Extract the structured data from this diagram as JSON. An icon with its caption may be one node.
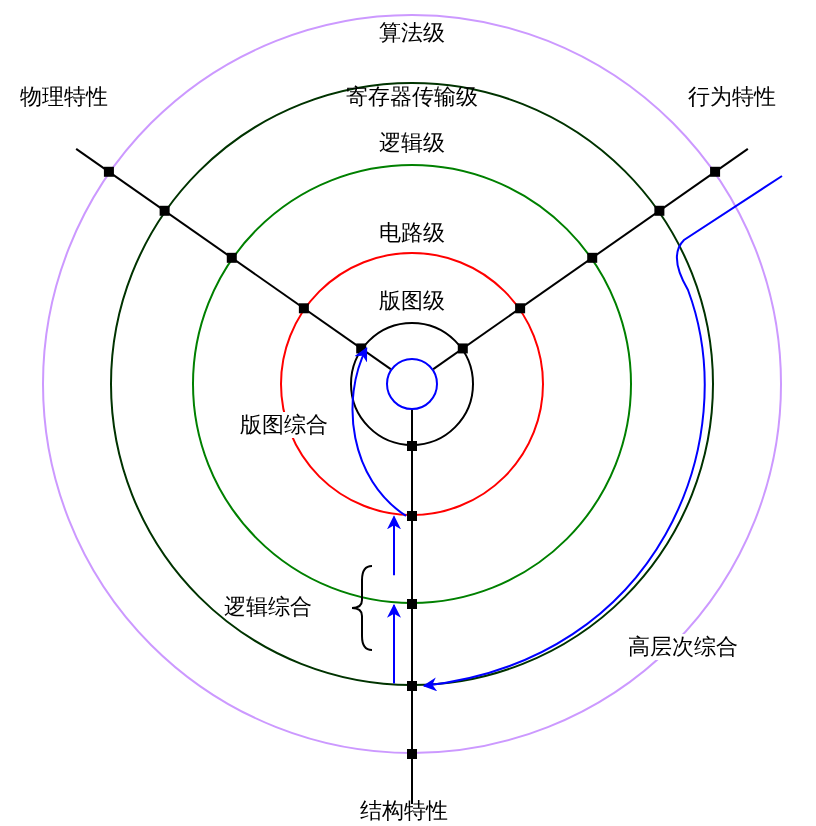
{
  "diagram": {
    "nodes": [
      {
        "text": [
          "算法级"
        ]
      },
      {
        "text": [
          "寄存器传输级"
        ],
        "in": 0
      },
      {
        "text": [
          "逻辑级"
        ],
        "in": 1
      },
      {
        "text": [
          "电路级"
        ],
        "in": 2
      },
      {
        "text": [
          "版图级"
        ],
        "in": 3
      },
      {
        "text": [],
        "shape": "circle",
        "in": 4
      }
    ],
    "edges": [
      {
        "from": null,
        "to": 1,
        "arrow": "to",
        "label": "高层次综合"
      },
      {
        "from": 1,
        "to": 2,
        "arrow": "to"
      },
      {
        "from": 2,
        "to": 3,
        "arrow": "to"
      },
      {
        "from": 3,
        "to": 4,
        "arrow": "to",
        "label": "版图综合"
      }
    ],
    "labels": [
      "物理特性",
      "行为特性",
      "逻辑综合",
      "结构特性"
    ]
  }
}
